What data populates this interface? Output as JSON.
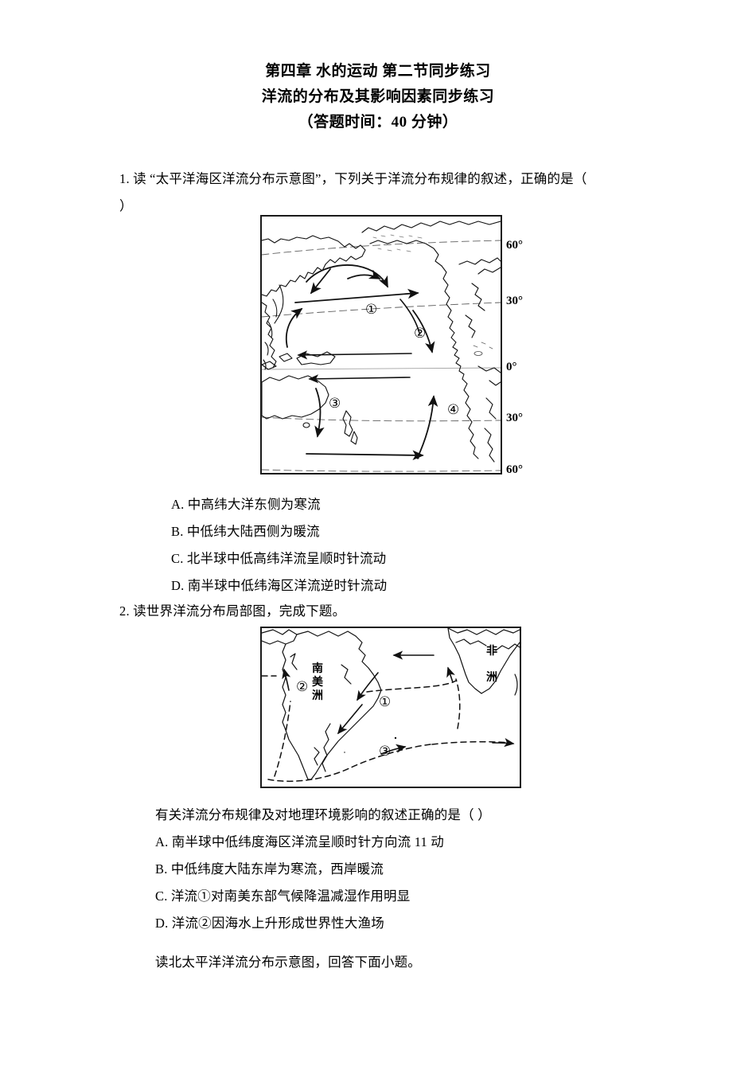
{
  "document": {
    "title_lines": [
      "第四章 水的运动 第二节同步练习",
      "洋流的分布及其影响因素同步练习",
      "（答题时间：40 分钟）"
    ]
  },
  "questions": [
    {
      "number": "1.",
      "stem": "1. 读 “太平洋海区洋流分布示意图”，下列关于洋流分布规律的叙述，正确的是（\n）",
      "options": [
        "A. 中高纬大洋东侧为寒流",
        "B. 中低纬大陆西侧为暖流",
        "C. 北半球中低高纬洋流呈顺时针流动",
        "D. 南半球中低纬海区洋流逆时针流动"
      ]
    },
    {
      "number": "2.",
      "stem": "2. 读世界洋流分布局部图，完成下题。",
      "sub_stem": "有关洋流分布规律及对地理环境影响的叙述正确的是（     ）",
      "options": [
        "A. 南半球中低纬度海区洋流呈顺时针方向流 11 动",
        "B. 中低纬度大陆东岸为寒流，西岸暖流",
        "C. 洋流①对南美东部气候降温减湿作用明显",
        "D. 洋流②因海水上升形成世界性大渔场"
      ]
    }
  ],
  "closing_text": "读北太平洋洋流分布示意图，回答下面小题。",
  "figure_pacific": {
    "name": "太平洋海区洋流分布示意图",
    "latitude_labels": [
      "60°",
      "30°",
      "0°",
      "30°",
      "60°"
    ],
    "current_markers": [
      "①",
      "②",
      "③",
      "④"
    ]
  },
  "figure_world_partial": {
    "name": "世界洋流分布局部图",
    "continent_labels": [
      "南美洲",
      "非洲"
    ],
    "continent_label_south_america": [
      "南",
      "美",
      "洲"
    ],
    "continent_label_africa": [
      "非",
      "洲"
    ],
    "current_markers": [
      "①",
      "②",
      "③"
    ]
  },
  "colors": {
    "ink": "#000000",
    "map_line": "#1a1a1a"
  }
}
